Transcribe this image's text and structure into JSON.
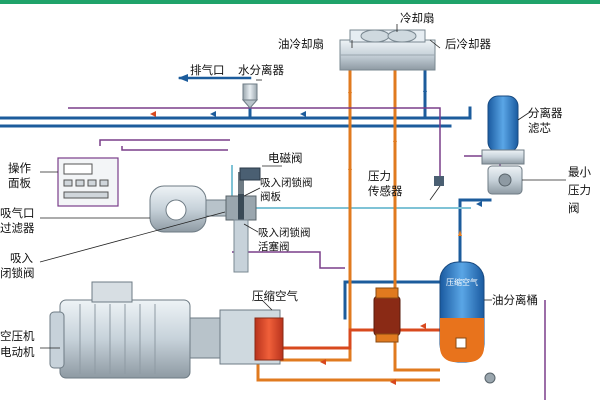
{
  "labels": {
    "cooling_fan": "冷却扇",
    "oil_cooler_fan": "油冷却扇",
    "after_cooler": "后冷却器",
    "exhaust_port": "排气口",
    "water_separator": "水分离器",
    "separator_filter_line1": "分离器",
    "separator_filter_line2": "滤芯",
    "solenoid_valve": "电磁阀",
    "control_panel_line1": "操作",
    "control_panel_line2": "面板",
    "intake_lock_plate_line1": "吸入闭锁阀",
    "intake_lock_plate_line2": "阀板",
    "pressure_sensor_line1": "压力",
    "pressure_sensor_line2": "传感器",
    "min_pressure_valve_line1": "最小",
    "min_pressure_valve_line2": "压力",
    "min_pressure_valve_line3": "阀",
    "air_filter_line1": "吸气口",
    "air_filter_line2": "过滤器",
    "intake_lock_piston_line1": "吸入闭锁阀",
    "intake_lock_piston_line2": "活塞阀",
    "intake_lock_valve_line1": "吸入",
    "intake_lock_valve_line2": "闭锁阀",
    "compressed_air": "压缩空气",
    "oil_separator_tank": "油分离桶",
    "tank_inner_label": "压缩空气",
    "motor_line1": "空压机",
    "motor_line2": "电动机"
  },
  "colors": {
    "air_line": "#1c5c9c",
    "oil_line": "#e07a1f",
    "control_line": "#7a3e8a",
    "cold_line": "#7fc3d6",
    "hot_line": "#d8491e",
    "tank_blue": "#2e7fc8",
    "tank_oil": "#e8731c",
    "accent": "#1fa36a"
  }
}
